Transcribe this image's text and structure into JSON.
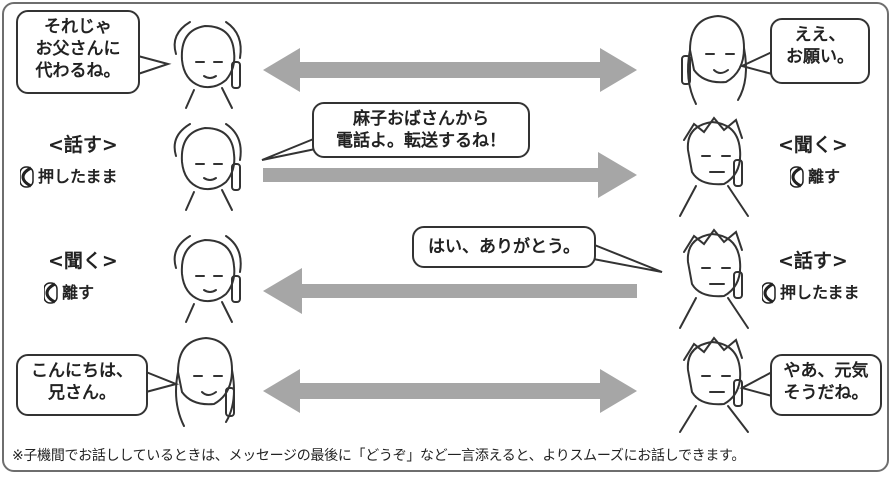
{
  "rows": [
    {
      "left_bubble": [
        "それじゃ",
        "お父さんに",
        "代わるね。"
      ],
      "right_bubble": [
        "ええ、",
        "お願い。"
      ]
    },
    {
      "center_bubble": [
        "麻子おばさんから",
        "電話よ。転送するね！"
      ],
      "left_label": "<話す>",
      "left_mode": "押したまま",
      "right_label": "<聞く>",
      "right_mode": "離す"
    },
    {
      "center_bubble": [
        "はい、ありがとう。"
      ],
      "left_label": "<聞く>",
      "left_mode": "離す",
      "right_label": "<話す>",
      "right_mode": "押したまま"
    },
    {
      "left_bubble": [
        "こんにちは、",
        "兄さん。"
      ],
      "right_bubble": [
        "やあ、元気",
        "そうだね。"
      ]
    }
  ],
  "footnote": "※子機間でお話ししているときは、メッセージの最後に「どうぞ」など一言添えると、よりスムーズにお話しできます。",
  "icons": [
    "double-arrow",
    "right-arrow",
    "left-arrow",
    "double-arrow",
    "talk-button-icon",
    "handset-icon"
  ],
  "colors": {
    "arrow": "#a6a6a6",
    "border": "#6e6e6e",
    "ink": "#222222"
  }
}
